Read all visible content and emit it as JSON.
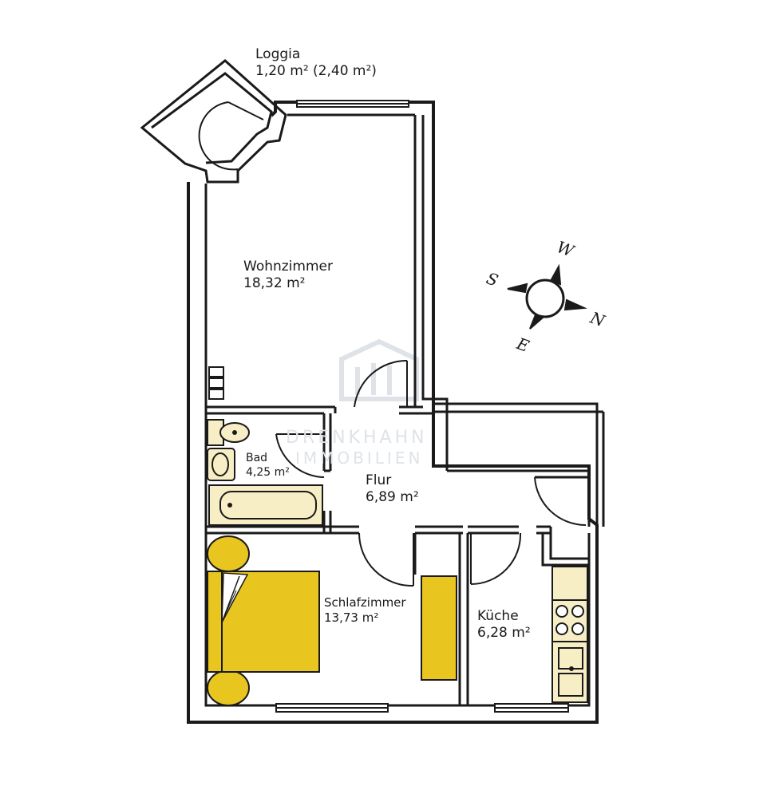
{
  "watermark": {
    "line1": "DRENKHAHN",
    "line2": "IMMOBILIEN"
  },
  "rooms": {
    "loggia": {
      "name": "Loggia",
      "area": "1,20 m² (2,40 m²)"
    },
    "wohnzimmer": {
      "name": "Wohnzimmer",
      "area": "18,32 m²"
    },
    "bad": {
      "name": "Bad",
      "area": "4,25 m²"
    },
    "flur": {
      "name": "Flur",
      "area": "6,89 m²"
    },
    "schlafzimmer": {
      "name": "Schlafzimmer",
      "area": "13,73 m²"
    },
    "kueche": {
      "name": "Küche",
      "area": "6,28 m²"
    }
  },
  "compass": {
    "n": "N",
    "e": "E",
    "s": "S",
    "w": "W"
  },
  "colors": {
    "wall": "#1a1a1a",
    "furniture": "#e8c61f",
    "furniture_light": "#f7eec6",
    "watermark": "#dfe3e8"
  }
}
